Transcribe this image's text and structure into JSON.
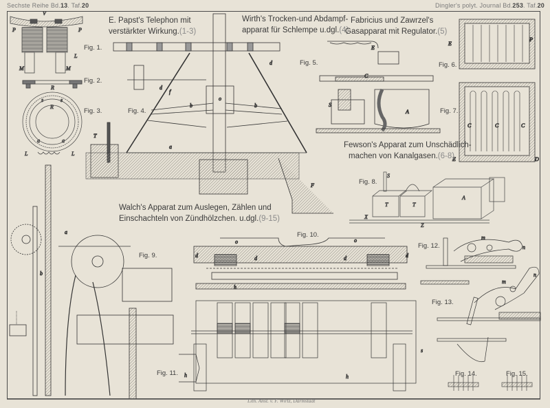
{
  "header": {
    "left_prefix": "Sechste Reihe Bd.",
    "left_volume": "13",
    "left_taf_prefix": ". Taf.",
    "left_plate": "20",
    "right_prefix": "Dingler's polyt. Journal Bd.",
    "right_volume": "253",
    "right_taf_prefix": ". Taf.",
    "right_plate": "20"
  },
  "titles": {
    "papst": {
      "line1": "E. Papst's Telephon mit",
      "line2": "verstärkter Wirkung.",
      "ref": "(1-3)"
    },
    "wirth": {
      "line1": "Wirth's Trocken-und Abdampf-",
      "line2": "apparat für Schlempe u.dgl.",
      "ref": "(4)"
    },
    "fabricius": {
      "line1": "Fabricius und Zawrzel's",
      "line2": "Gasapparat mit Regulator.",
      "ref": "(5)"
    },
    "fewson": {
      "line1": "Fewson's Apparat zum Unschädlich-",
      "line2": "machen von Kanalgasen.",
      "ref": "(6-8)"
    },
    "walch": {
      "line1": "Walch's Apparat zum Auslegen, Zählen und",
      "line2": "Einschachteln von Zündhölzchen. u.dgl.",
      "ref": "(9-15)"
    }
  },
  "figures": {
    "fig1": "Fig. 1.",
    "fig2": "Fig. 2.",
    "fig3": "Fig. 3.",
    "fig4": "Fig. 4.",
    "fig5": "Fig. 5.",
    "fig6": "Fig. 6.",
    "fig7": "Fig. 7.",
    "fig8": "Fig. 8.",
    "fig9": "Fig. 9.",
    "fig10": "Fig. 10.",
    "fig11": "Fig. 11.",
    "fig12": "Fig. 12.",
    "fig13": "Fig. 13.",
    "fig14": "Fig. 14.",
    "fig15": "Fig. 15."
  },
  "imprint": "Lith. Anst. v. F. Wirtz, Darmstadt",
  "colors": {
    "paper": "#e8e3d7",
    "ink": "#3a3a3a",
    "hatch": "#9a978e",
    "ref_gray": "#8a8a8a"
  }
}
